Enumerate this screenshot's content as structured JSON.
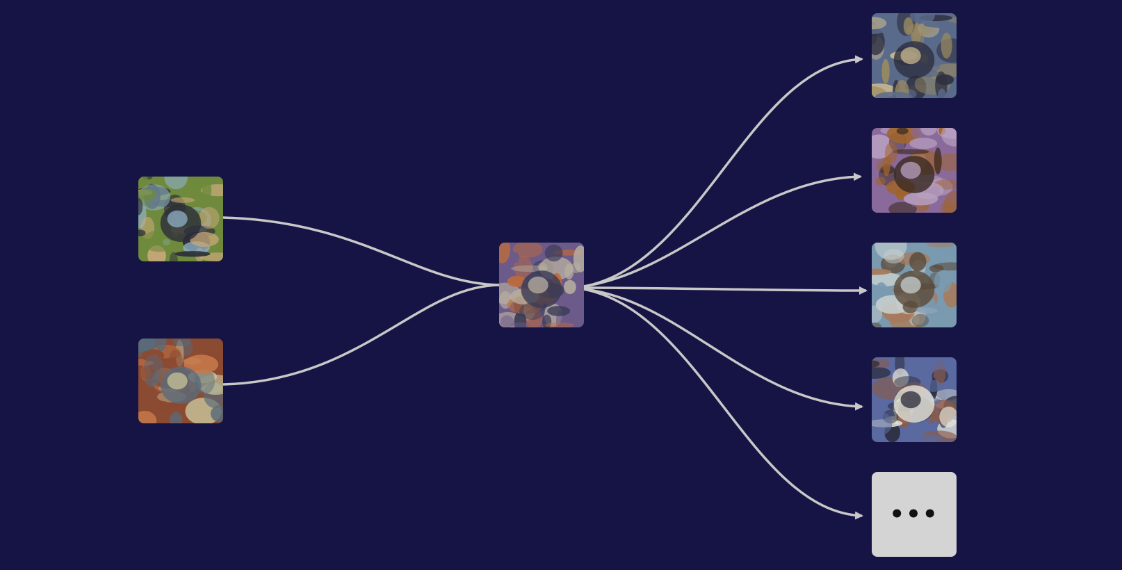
{
  "diagram": {
    "background": "#151444",
    "edge_color": "#c8c8c8",
    "inputs": [
      {
        "id": "input-1",
        "depicts": "car-animal-hybrid-image",
        "colors": [
          "#6f8a3c",
          "#c7a87a",
          "#2b2d38",
          "#8fb0c8"
        ]
      },
      {
        "id": "input-2",
        "depicts": "vintage-vehicle-wheel-image",
        "colors": [
          "#8b4a32",
          "#c87a4a",
          "#5a6a7a",
          "#c8c49a"
        ]
      }
    ],
    "hub": {
      "id": "hub",
      "depicts": "car-feature-visualization-image",
      "colors": [
        "#6b5a8a",
        "#c06a3a",
        "#3a3b55",
        "#b8b0a0"
      ]
    },
    "outputs": [
      {
        "id": "output-1",
        "depicts": "dog-feature-visualization-image",
        "colors": [
          "#5a6a8a",
          "#9a8a60",
          "#2e3040",
          "#c8b890"
        ]
      },
      {
        "id": "output-2",
        "depicts": "curly-dog-feature-visualization-image",
        "colors": [
          "#8a6a9a",
          "#a0642a",
          "#3a2a22",
          "#b8a0c0"
        ]
      },
      {
        "id": "output-3",
        "depicts": "spider-feature-visualization-image",
        "colors": [
          "#7a9ab0",
          "#a87a5a",
          "#5a4a3a",
          "#c8d0d0"
        ]
      },
      {
        "id": "output-4",
        "depicts": "white-dog-feature-visualization-image",
        "colors": [
          "#5a6aa0",
          "#8a5a4a",
          "#e8e6d8",
          "#2a2a3a"
        ]
      }
    ],
    "more_tile": {
      "label": "•••",
      "color": "#d4d4d4"
    }
  }
}
